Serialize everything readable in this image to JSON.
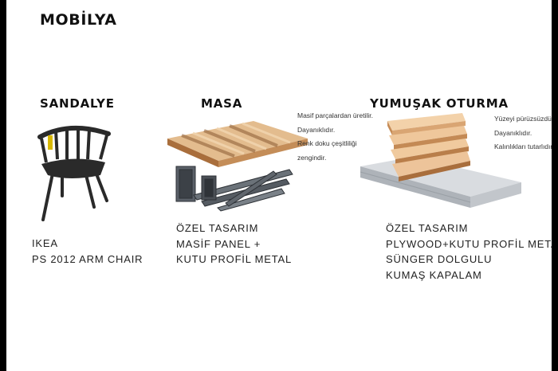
{
  "title": "MOBİLYA",
  "sections": [
    {
      "heading": "SANDALYE",
      "caption": [
        "IKEA",
        "PS 2012 ARM CHAIR"
      ]
    },
    {
      "heading": "MASA",
      "caption": [
        "ÖZEL TASARIM",
        "MASİF PANEL +",
        "KUTU PROFİL METAL"
      ],
      "notes": [
        "Masif parçalardan üretilir.",
        "Dayanıklıdır.",
        "Renk doku çeşitliliği",
        "zengindir."
      ]
    },
    {
      "heading": "YUMUŞAK OTURMA",
      "caption": [
        "ÖZEL TASARIM",
        "PLYWOOD+KUTU PROFİL METAL",
        "SÜNGER DOLGULU",
        "KUMAŞ KAPALAM"
      ],
      "notes": [
        "Yüzeyi pürüzsüzdür.",
        "Dayanıklıdır.",
        "Kalınlıkları tutarlıdır."
      ]
    }
  ],
  "colors": {
    "background": "#ffffff",
    "frame": "#000000",
    "text": "#111111",
    "wood_light": "#e3bc8e",
    "wood_dark": "#8b5a32",
    "metal": "#4a4f55",
    "chair": "#2a2a2a",
    "foam": "#c9cdd2"
  },
  "icons": [
    "chair-image",
    "wood-panel-image",
    "metal-profile-image",
    "plywood-stack-image",
    "foam-sheet-image"
  ]
}
